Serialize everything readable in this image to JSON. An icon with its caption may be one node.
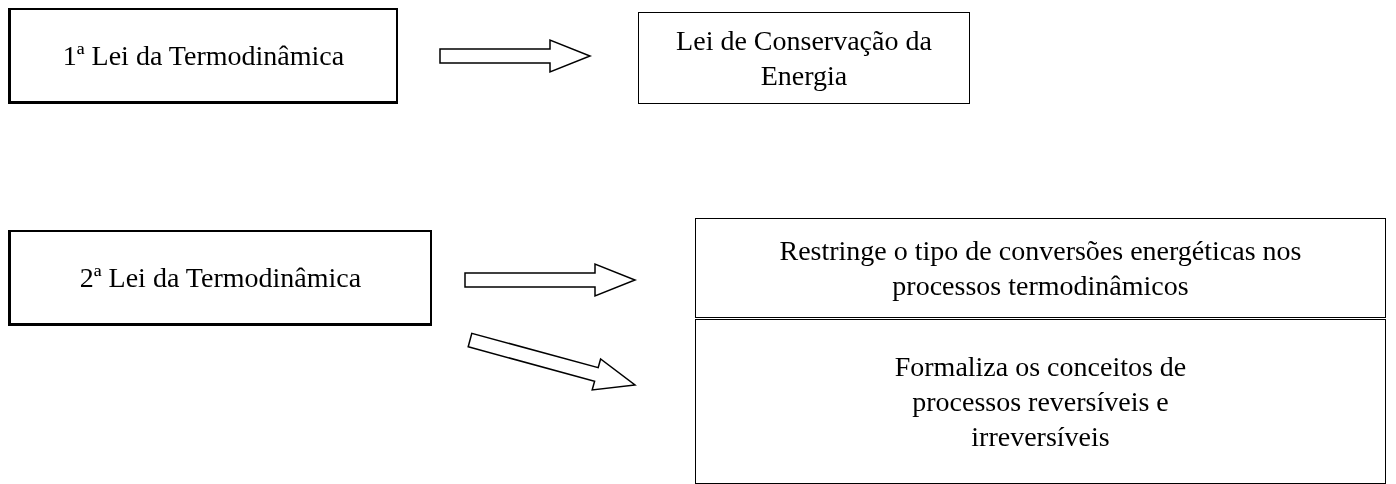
{
  "diagram": {
    "nodes": [
      {
        "text": [
          "1ª Lei da Termodinâmica"
        ]
      },
      {
        "text": [
          "Lei de Conservação da Energia"
        ]
      },
      {
        "text": [
          "2ª Lei da Termodinâmica"
        ]
      },
      {
        "text": [
          "Restringe o tipo de conversões energéticas nos processos termodinâmicos"
        ]
      },
      {
        "text": [
          "Formaliza os conceitos de processos reversíveis e irreversíveis"
        ]
      }
    ],
    "edges": [
      {
        "from": 0,
        "to": 1,
        "arrow": "to"
      },
      {
        "from": 2,
        "to": 3,
        "arrow": "to"
      },
      {
        "from": 2,
        "to": 4,
        "arrow": "to"
      }
    ]
  }
}
